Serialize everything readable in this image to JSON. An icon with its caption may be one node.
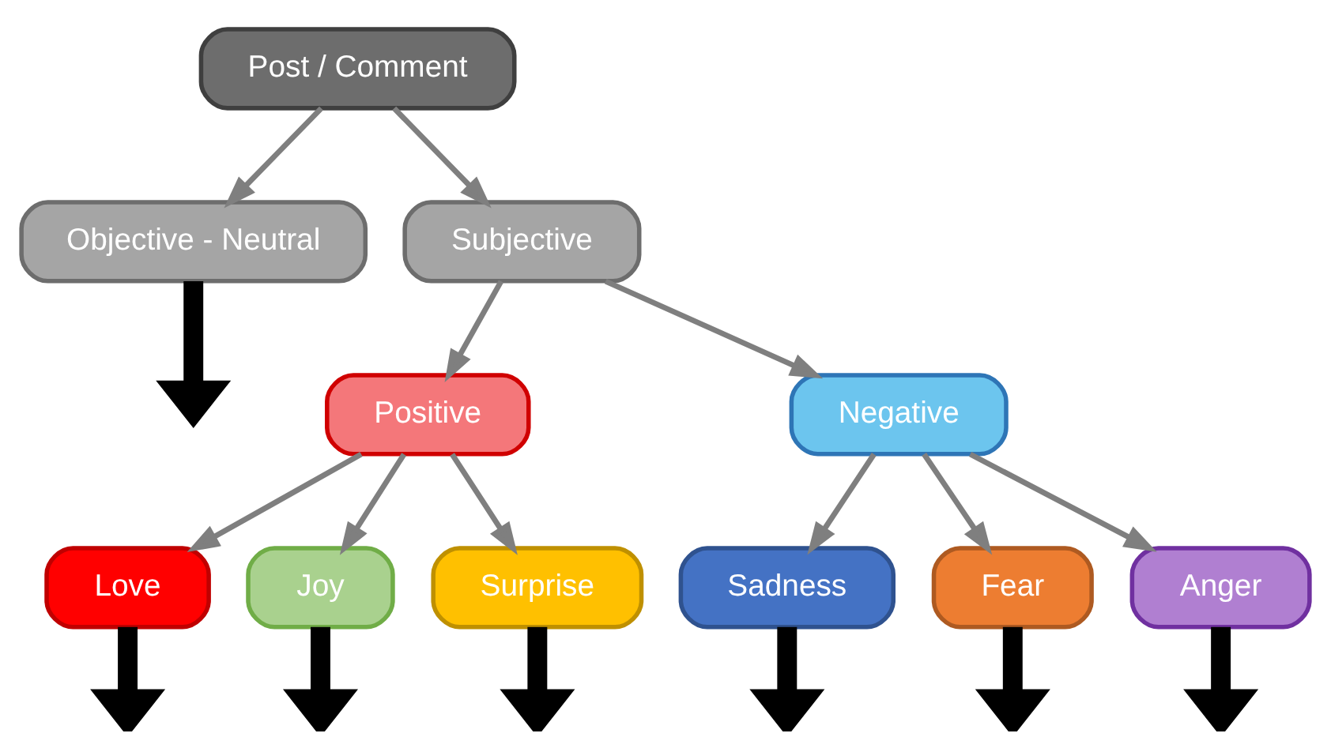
{
  "diagram": {
    "nodes": [
      {
        "text": [
          "Post / Comment"
        ]
      },
      {
        "text": [
          "Objective - Neutral"
        ]
      },
      {
        "text": [
          "Subjective"
        ]
      },
      {
        "text": [
          "Positive"
        ]
      },
      {
        "text": [
          "Negative"
        ]
      },
      {
        "text": [
          "Love"
        ]
      },
      {
        "text": [
          "Joy"
        ]
      },
      {
        "text": [
          "Surprise"
        ]
      },
      {
        "text": [
          "Sadness"
        ]
      },
      {
        "text": [
          "Fear"
        ]
      },
      {
        "text": [
          "Anger"
        ]
      }
    ],
    "edges": [
      {
        "from": 0,
        "to": 1,
        "arrow": "to"
      },
      {
        "from": 0,
        "to": 2,
        "arrow": "to"
      },
      {
        "from": 2,
        "to": 3,
        "arrow": "to"
      },
      {
        "from": 2,
        "to": 4,
        "arrow": "to"
      },
      {
        "from": 3,
        "to": 5,
        "arrow": "to"
      },
      {
        "from": 3,
        "to": 6,
        "arrow": "to"
      },
      {
        "from": 3,
        "to": 7,
        "arrow": "to"
      },
      {
        "from": 4,
        "to": 8,
        "arrow": "to"
      },
      {
        "from": 4,
        "to": 9,
        "arrow": "to"
      },
      {
        "from": 4,
        "to": 10,
        "arrow": "to"
      },
      {
        "from": 1,
        "to": null,
        "arrow": "to",
        "style": "thick",
        "color": "#000000"
      },
      {
        "from": 5,
        "to": null,
        "arrow": "to",
        "style": "thick",
        "color": "#000000"
      },
      {
        "from": 6,
        "to": null,
        "arrow": "to",
        "style": "thick",
        "color": "#000000"
      },
      {
        "from": 7,
        "to": null,
        "arrow": "to",
        "style": "thick",
        "color": "#000000"
      },
      {
        "from": 8,
        "to": null,
        "arrow": "to",
        "style": "thick",
        "color": "#000000"
      },
      {
        "from": 9,
        "to": null,
        "arrow": "to",
        "style": "thick",
        "color": "#000000"
      },
      {
        "from": 10,
        "to": null,
        "arrow": "to",
        "style": "thick",
        "color": "#000000"
      }
    ]
  }
}
